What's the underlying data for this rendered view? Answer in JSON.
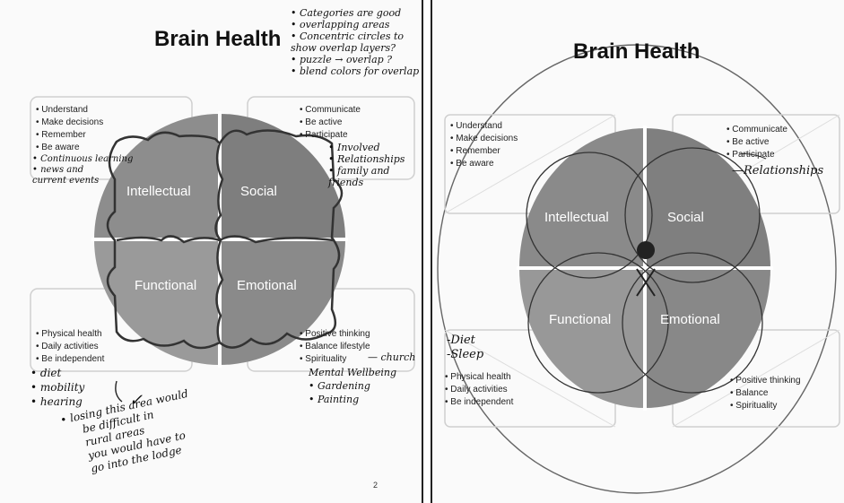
{
  "left": {
    "title": "Brain Health",
    "quadrants": [
      "Intellectual",
      "Social",
      "Functional",
      "Emotional"
    ],
    "intellectual_items": [
      "Understand",
      "Make decisions",
      "Remember",
      "Be aware"
    ],
    "social_items": [
      "Communicate",
      "Be active",
      "Participate"
    ],
    "functional_items": [
      "Physical health",
      "Daily activities",
      "Be independent"
    ],
    "emotional_items": [
      "Positive thinking",
      "Balance lifestyle",
      "Spirituality"
    ],
    "notes_top_right": [
      "• Categories are good",
      "• overlapping areas",
      "• Concentric circles to",
      "  show overlap layers?",
      "• puzzle → overlap ?",
      "• blend colors for overlap"
    ],
    "notes_social": [
      "• Involved",
      "• Relationships",
      "• family and",
      "  friends"
    ],
    "notes_intellectual": [
      "• Continuous learning",
      "• news and",
      "  current events"
    ],
    "notes_emotional_church": "— church",
    "notes_emotional_extra": [
      "Mental Wellbeing",
      "• Gardening",
      "• Painting"
    ],
    "notes_functional": [
      "• diet",
      "• mobility",
      "• hearing"
    ],
    "checkmark": "✓",
    "notes_bottom": [
      "• losing this area would",
      "be difficult in",
      "rural areas",
      "you would have to",
      "go into the lodge"
    ],
    "page_number": "2"
  },
  "right": {
    "title": "Brain Health",
    "quadrants": [
      "Intellectual",
      "Social",
      "Functional",
      "Emotional"
    ],
    "intellectual_items": [
      "Understand",
      "Make decisions",
      "Remember",
      "Be aware"
    ],
    "social_items": [
      "Communicate",
      "Be active",
      "Participate"
    ],
    "functional_items": [
      "Physical health",
      "Daily activities",
      "Be independent"
    ],
    "emotional_items": [
      "Positive thinking",
      "Balance",
      "Spirituality"
    ],
    "note_relationships": "—Relationships",
    "notes_functional": [
      "-Diet",
      "-Sleep"
    ]
  }
}
